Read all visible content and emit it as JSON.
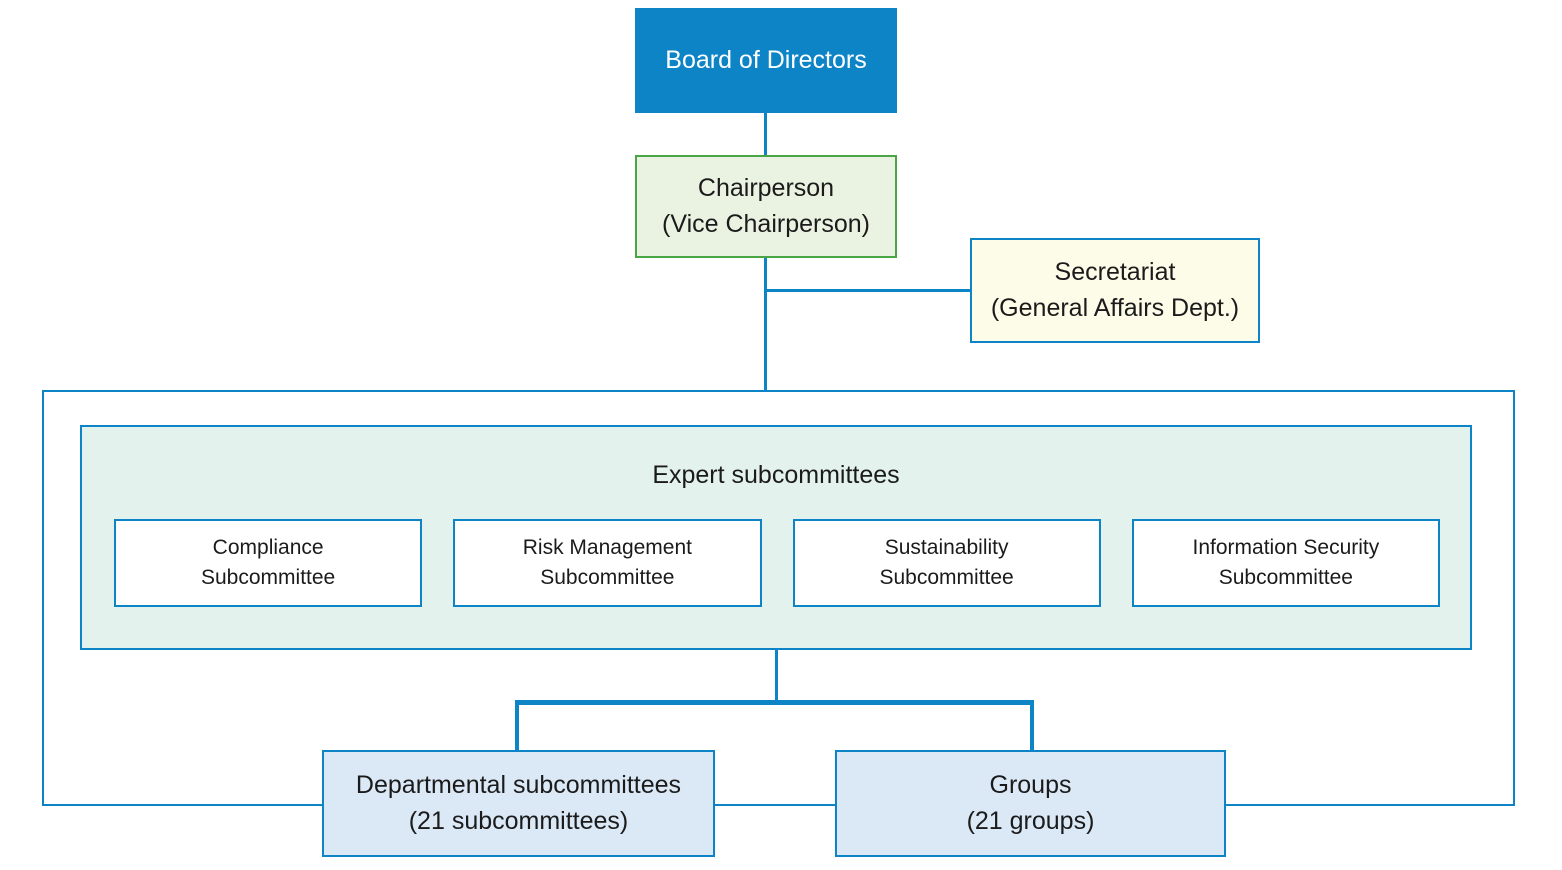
{
  "colors": {
    "primary_blue": "#0d84c6",
    "green_border": "#4aa546",
    "green_fill": "#eaf3e1",
    "cream_fill": "#fdfce9",
    "teal_fill": "#e4f2ee",
    "light_blue_fill": "#dbe8f6",
    "text": "#1b1b1b",
    "board_text": "#ffffff"
  },
  "nodes": {
    "board": {
      "label": "Board of Directors"
    },
    "chairperson": {
      "line1": "Chairperson",
      "line2": "(Vice Chairperson)"
    },
    "secretariat": {
      "line1": "Secretariat",
      "line2": "(General Affairs Dept.)"
    },
    "expert": {
      "title": "Expert subcommittees",
      "subcommittees": [
        {
          "line1": "Compliance",
          "line2": "Subcommittee"
        },
        {
          "line1": "Risk Management",
          "line2": "Subcommittee"
        },
        {
          "line1": "Sustainability",
          "line2": "Subcommittee"
        },
        {
          "line1": "Information Security",
          "line2": "Subcommittee"
        }
      ]
    },
    "departmental": {
      "line1": "Departmental subcommittees",
      "line2": "(21 subcommittees)"
    },
    "groups": {
      "line1": "Groups",
      "line2": "(21 groups)"
    }
  }
}
